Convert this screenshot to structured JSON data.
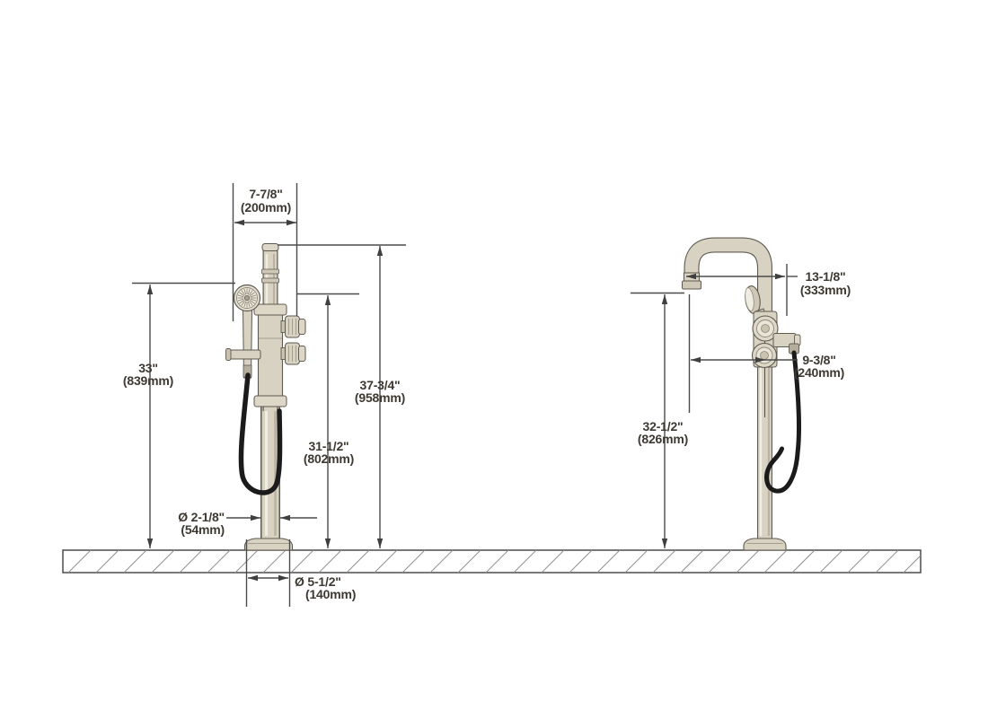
{
  "drawing": {
    "type": "dimension-diagram",
    "subject": "freestanding floor-mount tub filler with handshower",
    "views": [
      "front",
      "side"
    ],
    "colors": {
      "body": "#d8d2c3",
      "body_light": "#efece2",
      "body_dark": "#b9b2a1",
      "edge_outline": "#5f5a4f",
      "hose": "#1b1b1b",
      "dimension_lines": "#4b4b4b",
      "text": "#3d3931",
      "floor_hatch": "#8f8f8f"
    }
  },
  "dimensions": {
    "spout_width": {
      "inches": "7-7/8\"",
      "metric": "(200mm)"
    },
    "handshower_height": {
      "inches": "33\"",
      "metric": "(839mm)"
    },
    "overall_height": {
      "inches": "37-3/4\"",
      "metric": "(958mm)"
    },
    "spout_height": {
      "inches": "31-1/2\"",
      "metric": "(802mm)"
    },
    "column_diameter": {
      "inches": "Ø 2-1/8\"",
      "metric": "(54mm)"
    },
    "base_diameter": {
      "inches": "Ø 5-1/2\"",
      "metric": "(140mm)"
    },
    "spout_reach": {
      "inches": "13-1/8\"",
      "metric": "(333mm)"
    },
    "handle_depth": {
      "inches": "9-3/8\"",
      "metric": "(240mm)"
    },
    "spout_outlet_height": {
      "inches": "32-1/2\"",
      "metric": "(826mm)"
    }
  }
}
